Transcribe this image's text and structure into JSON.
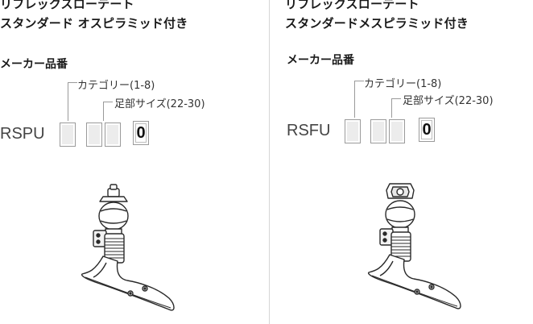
{
  "left": {
    "title_line1": "リフレックスローテート",
    "title_line2": "スタンダード オスピラミッド付き",
    "section_label": "メーカー品番",
    "code_prefix": "RSPU",
    "category_label": "カテゴリー(1-8)",
    "size_label": "足部サイズ(22-30)",
    "fixed_digit": "0"
  },
  "right": {
    "title_line1": "リフレックスローテート",
    "title_line2": "スタンダードメスピラミッド付き",
    "section_label": "メーカー品番",
    "code_prefix": "RSFU",
    "category_label": "カテゴリー(1-8)",
    "size_label": "足部サイズ(22-30)",
    "fixed_digit": "0"
  },
  "colors": {
    "text": "#1a1a1a",
    "box_border": "#9a9a9a",
    "box_fill": "#ececec",
    "foot_stroke": "#2a2a2a"
  }
}
